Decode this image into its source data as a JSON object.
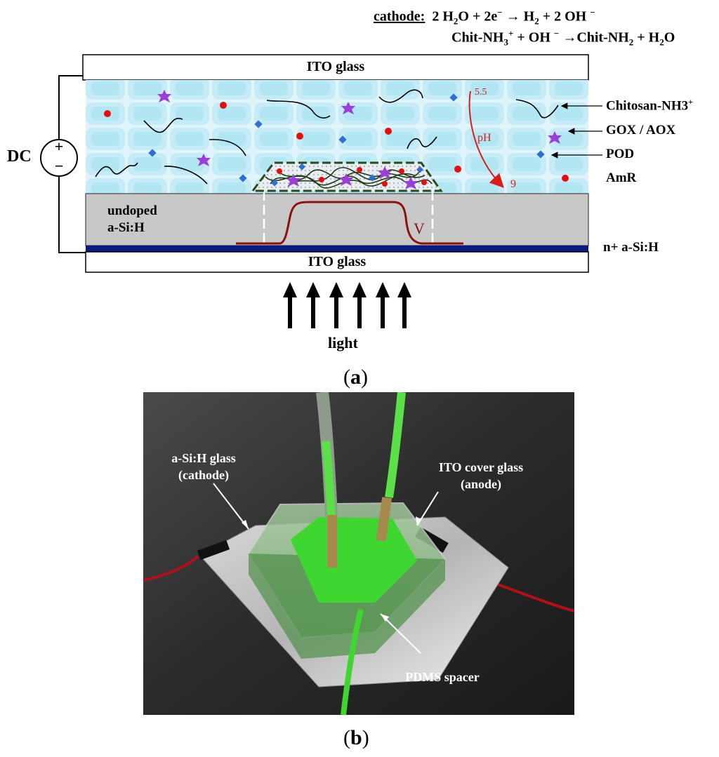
{
  "equations": {
    "cathode_label": "cathode:",
    "line1": {
      "a": "2 H",
      "a_sub": "2",
      "b": "O + 2e",
      "b_sup": "−",
      "c": " → H",
      "c_sub": "2",
      "d": " + 2 OH ",
      "d_sup": "−"
    },
    "line2": {
      "a": "Chit-NH",
      "a_sub": "3",
      "a_sup": "+",
      "b": " + OH ",
      "b_sup": "−",
      "c": " →Chit-NH",
      "c_sub": "2",
      "d": " + H",
      "d_sub": "2",
      "e": "O"
    }
  },
  "panel_a": {
    "top_glass": "ITO glass",
    "bottom_glass": "ITO glass",
    "dc_label": "DC",
    "dc_plus": "+",
    "dc_minus": "−",
    "undoped_line1": "undoped",
    "undoped_line2": "a-Si:H",
    "voltage_label": "V",
    "ph_start": "5.5",
    "ph_label": "pH",
    "ph_end": "9",
    "legend": [
      {
        "label": "Chitosan-NH3",
        "sup": "+",
        "marker": "curly-line-icon"
      },
      {
        "label": "GOX / AOX",
        "sup": "",
        "marker": "purple-star-icon"
      },
      {
        "label": "POD",
        "sup": "",
        "marker": "blue-diamond-icon"
      },
      {
        "label": "AmR",
        "sup": "",
        "marker": "red-dot-icon"
      }
    ],
    "n_plus_label": "n+ a-Si:H",
    "light_label": "light",
    "colors": {
      "solution": "#cfeef7",
      "silicon": "#c8c8c8",
      "n_plus_layer": "#0b1a80",
      "voltage_curve": "#8b1010",
      "ph_arrow": "#d81c1c",
      "gel_outline": "#2a4a1a",
      "star": "#9b3fd6",
      "diamond": "#2f6fd0",
      "dot": "#e01010"
    }
  },
  "panel_a_label": {
    "open": "(",
    "letter": "a",
    "close": ")"
  },
  "panel_b": {
    "label_cathode_1": "a-Si:H glass",
    "label_cathode_2": "(cathode)",
    "label_anode_1": "ITO cover glass",
    "label_anode_2": "(anode)",
    "label_spacer": "PDMS spacer",
    "colors": {
      "background": "#2b2b2b",
      "gel": "#3fd631",
      "tubing": "#5ce04a"
    }
  },
  "panel_b_label": {
    "open": "(",
    "letter": "b",
    "close": ")"
  }
}
